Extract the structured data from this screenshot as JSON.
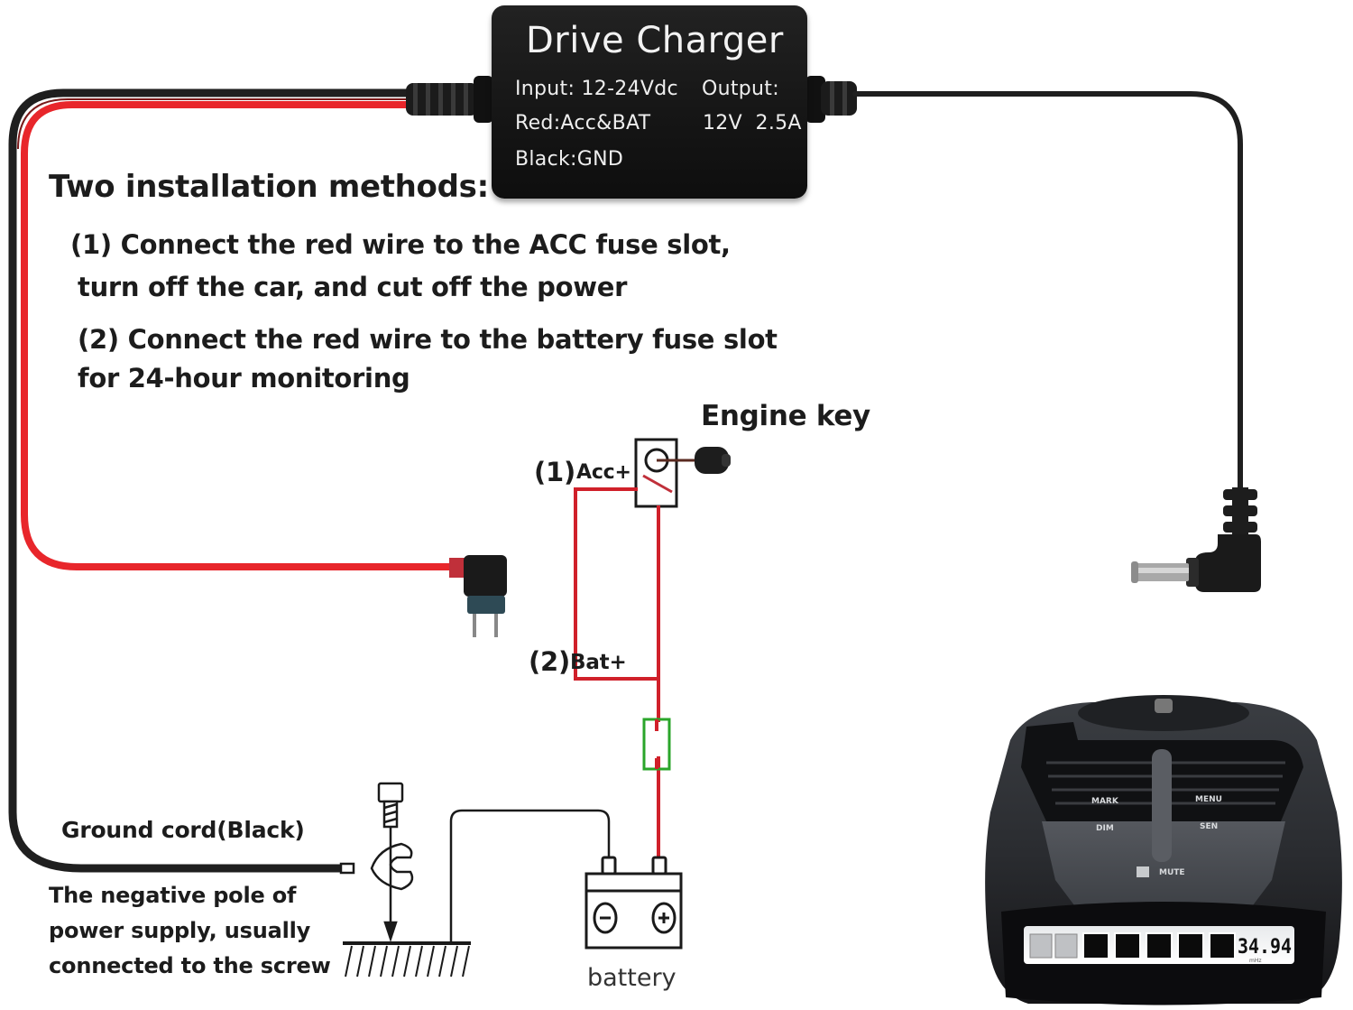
{
  "charger": {
    "title": "Drive Charger",
    "input": "Input: 12-24Vdc",
    "output_label": "Output:",
    "red": "Red:Acc&BAT",
    "output_value": "12V  2.5A",
    "black": "Black:GND"
  },
  "instructions": {
    "heading": "Two installation methods:",
    "step1_line1": "(1) Connect the red wire to the ACC fuse slot,",
    "step1_line2": "turn off the car, and cut off the power",
    "step2_line1": "(2) Connect the red wire to the battery fuse slot",
    "step2_line2": "for 24-hour monitoring"
  },
  "diagram": {
    "engine_key_label": "Engine key",
    "acc_num": "(1)",
    "acc_label": "Acc+",
    "bat_num": "(2)",
    "bat_label": "Bat+",
    "battery_label": "battery",
    "ground_label": "Ground cord(Black)",
    "ground_note": [
      "The negative pole of",
      "power supply, usually",
      "connected to the screw"
    ]
  },
  "device": {
    "buttons": [
      "MARK",
      "MENU",
      "DIM",
      "SEN",
      "MUTE"
    ],
    "display_value": "34.94",
    "display_unit": "mHz"
  },
  "colors": {
    "wire_red": "#e8262b",
    "wire_black": "#1a1a1a",
    "circuit_red": "#d0202a",
    "fuse_green": "#2aa52a",
    "charger_body": "#151515"
  }
}
